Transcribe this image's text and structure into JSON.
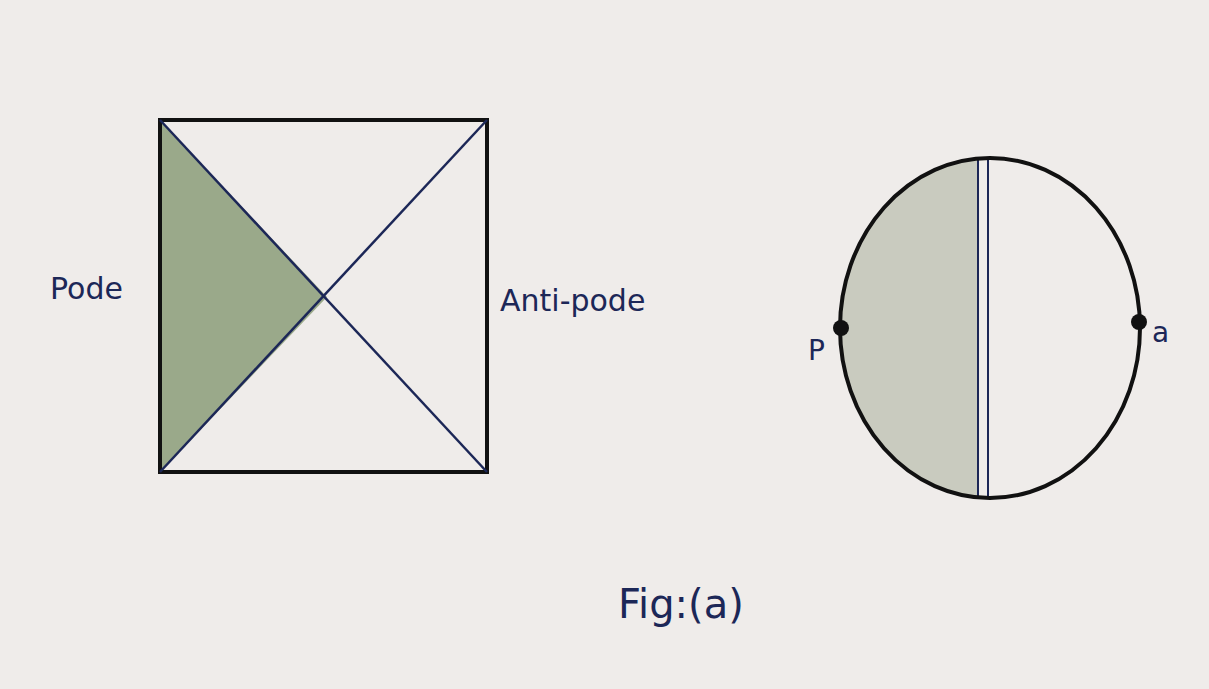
{
  "diagram": {
    "caption": "Fig:(a)",
    "labels": [
      "Pode",
      "Anti-pode",
      "P",
      "a"
    ]
  }
}
